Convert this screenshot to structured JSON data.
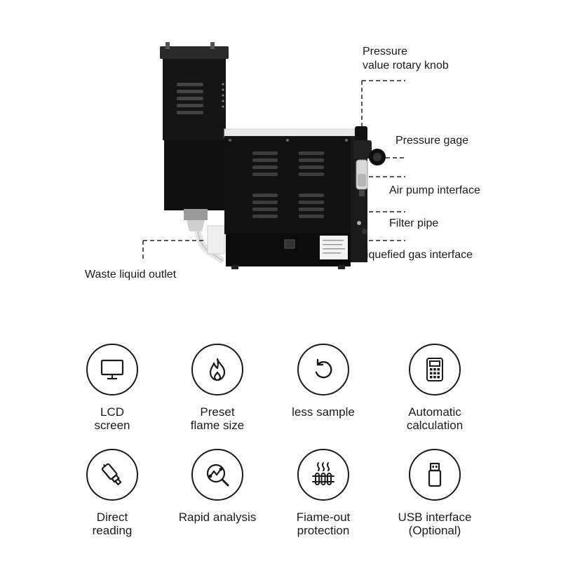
{
  "callouts": {
    "pressure_knob_line1": "Pressure",
    "pressure_knob_line2": "value rotary knob",
    "pressure_gage": "Pressure gage",
    "air_pump": "Air pump interface",
    "filter_pipe": "Filter pipe",
    "liquefied_gas": "Liquefied gas interface",
    "waste_liquid": "Waste liquid outlet"
  },
  "features": [
    {
      "line1": "LCD",
      "line2": "screen",
      "icon": "monitor-icon"
    },
    {
      "line1": "Preset",
      "line2": "flame size",
      "icon": "flame-icon"
    },
    {
      "line1": "less sample",
      "line2": "",
      "icon": "refresh-icon"
    },
    {
      "line1": "Automatic",
      "line2": "calculation",
      "icon": "calculator-icon"
    },
    {
      "line1": "Direct",
      "line2": "reading",
      "icon": "reader-icon"
    },
    {
      "line1": "Rapid analysis",
      "line2": "",
      "icon": "analysis-chart-icon"
    },
    {
      "line1": "Fiame-out",
      "line2": "protection",
      "icon": "heater-icon"
    },
    {
      "line1": "USB interface",
      "line2": "(Optional)",
      "icon": "usb-icon"
    }
  ]
}
